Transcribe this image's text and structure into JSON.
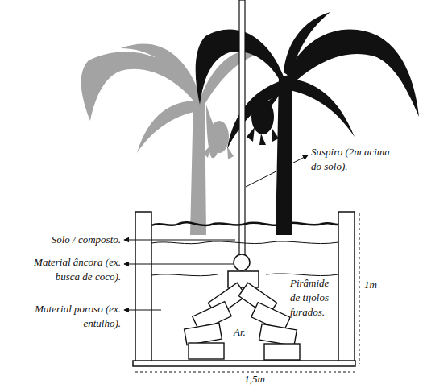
{
  "diagram": {
    "labels": [
      "Suspiro (2m acima do solo).",
      "Solo / composto.",
      "Material âncora (ex. busca de coco).",
      "Material poroso (ex. entulho).",
      "Pirâmide de tijolos furados.",
      "Ar.",
      "1m",
      "1,5m"
    ]
  }
}
